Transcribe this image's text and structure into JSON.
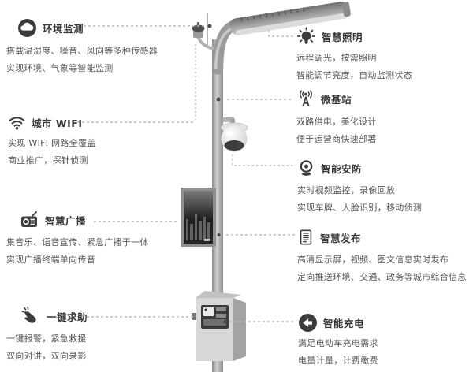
{
  "canvas": {
    "background": "#ffffff"
  },
  "colors": {
    "title_text": "#383838",
    "body_text": "#565656",
    "icon": "#3c3c3c",
    "dash_line": "#b9b9b9",
    "pole": "#9b9b9b"
  },
  "left_features": [
    {
      "title": "环境监测",
      "icon": "weather-sensor-icon",
      "lines": [
        "搭载温湿度、噪音、风向等多种传感器",
        "实现环境、气象等智能监测"
      ]
    },
    {
      "title": "城市 WIFI",
      "icon": "wifi-icon",
      "lines": [
        "实现 WIFI 网路全覆盖",
        "商业推广，探针侦测"
      ]
    },
    {
      "title": "智慧广播",
      "icon": "radio-icon",
      "lines": [
        "集音乐、语音宣传、紧急广播于一体",
        "实现广播终端单向传音"
      ]
    },
    {
      "title": "一键求助",
      "icon": "hand-press-icon",
      "lines": [
        "一键报警，紧急救援",
        "双向对讲，双向录影"
      ]
    }
  ],
  "right_features": [
    {
      "title": "智慧照明",
      "icon": "light-bulb-icon",
      "lines": [
        "远程调光，按需照明",
        "智能调节亮度，自动监测状态"
      ]
    },
    {
      "title": "微基站",
      "icon": "antenna-icon",
      "lines": [
        "双路供电，美化设计",
        "便于运营商快速部署"
      ]
    },
    {
      "title": "智能安防",
      "icon": "security-camera-icon",
      "lines": [
        "实时视频监控，录像回放",
        "实现车牌、人脸识别，移动侦测"
      ]
    },
    {
      "title": "智慧发布",
      "icon": "document-icon",
      "lines": [
        "高清显示屏，视频、图文信息实时发布",
        "定向推送环境、交通、政务等城市综合信息"
      ]
    },
    {
      "title": "智能充电",
      "icon": "charging-icon",
      "lines": [
        "满足电动车充电需求",
        "电量计量，计费缴费"
      ]
    }
  ]
}
